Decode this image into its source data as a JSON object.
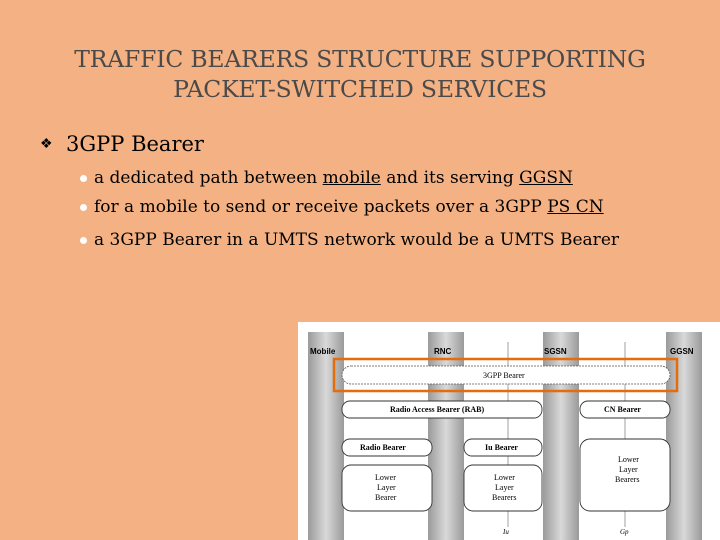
{
  "slide": {
    "title_line1": "TRAFFIC BEARERS STRUCTURE SUPPORTING",
    "title_line2": "PACKET-SWITCHED SERVICES",
    "bullet": "3GPP Bearer",
    "sub1": {
      "a": "a dedicated path between ",
      "b": "mobile",
      "c": " and its serving ",
      "d": "GGSN"
    },
    "sub2": {
      "a": "for a mobile to send or receive packets over a 3GPP ",
      "b": "PS CN"
    },
    "sub3": "a 3GPP Bearer in a UMTS network would be a UMTS Bearer"
  },
  "figure": {
    "nodes": [
      "Mobile",
      "RNC",
      "SGSN",
      "GGSN"
    ],
    "bearer_3gpp": "3GPP Bearer",
    "rab": "Radio Access Bearer (RAB)",
    "cn_bearer": "CN Bearer",
    "radio_bearer": "Radio Bearer",
    "iu_bearer": "Iu Bearer",
    "lower1": [
      "Lower",
      "Layer",
      "Bearer"
    ],
    "lower2": [
      "Lower",
      "Layer",
      "Bearers"
    ],
    "lower3": [
      "Lower",
      "Layer",
      "Bearers"
    ],
    "iface_iu": "Iu",
    "iface_gp": "Gp"
  },
  "colors": {
    "background": "#f4b183",
    "highlight": "#e46c0a",
    "node_column": "#b8b8b8"
  }
}
